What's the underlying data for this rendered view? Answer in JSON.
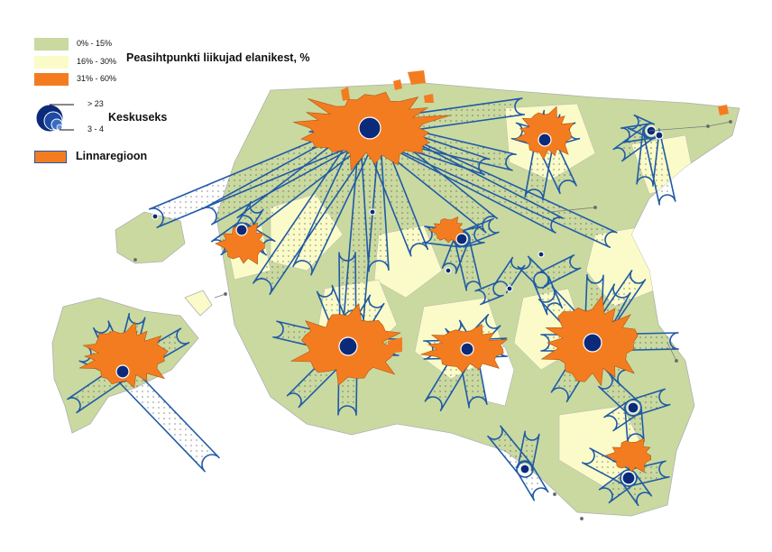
{
  "colors": {
    "low": "#c9d9a0",
    "mid": "#fafbc8",
    "high": "#f47c20",
    "flow": "#1f5aa6",
    "center": "#0c2a7a",
    "border": "#8a8a8a"
  },
  "legend": {
    "share_title": "Peasihtpunkti liikujad elanikest, %",
    "classes": [
      {
        "label": "0% - 15%",
        "color": "#c9d9a0"
      },
      {
        "label": "16% - 30%",
        "color": "#fafbc8"
      },
      {
        "label": "31% - 60%",
        "color": "#f47c20"
      }
    ],
    "centers_title": "Keskuseks",
    "size_max": "> 23",
    "size_min": "3 - 4",
    "region_label": "Linnaregioon"
  }
}
